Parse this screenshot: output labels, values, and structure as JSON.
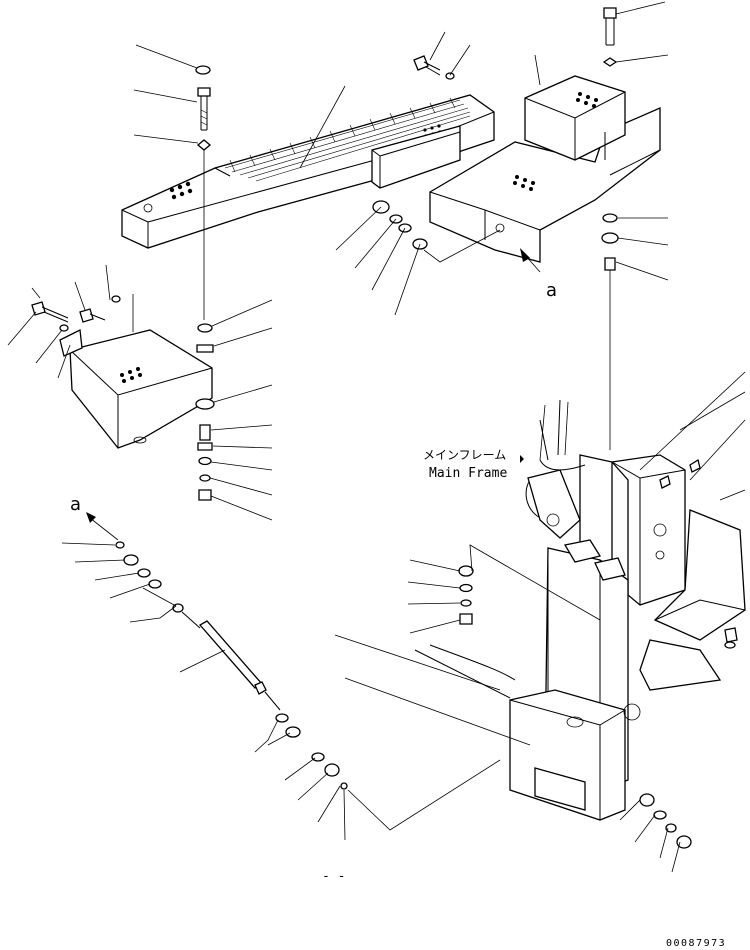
{
  "labels": {
    "main_frame_jp": "メインフレーム",
    "main_frame_en": "Main Frame",
    "ref_a_upper": "a",
    "ref_a_lower": "a",
    "dash_bottom": "- -",
    "figure_number": "00087973"
  }
}
